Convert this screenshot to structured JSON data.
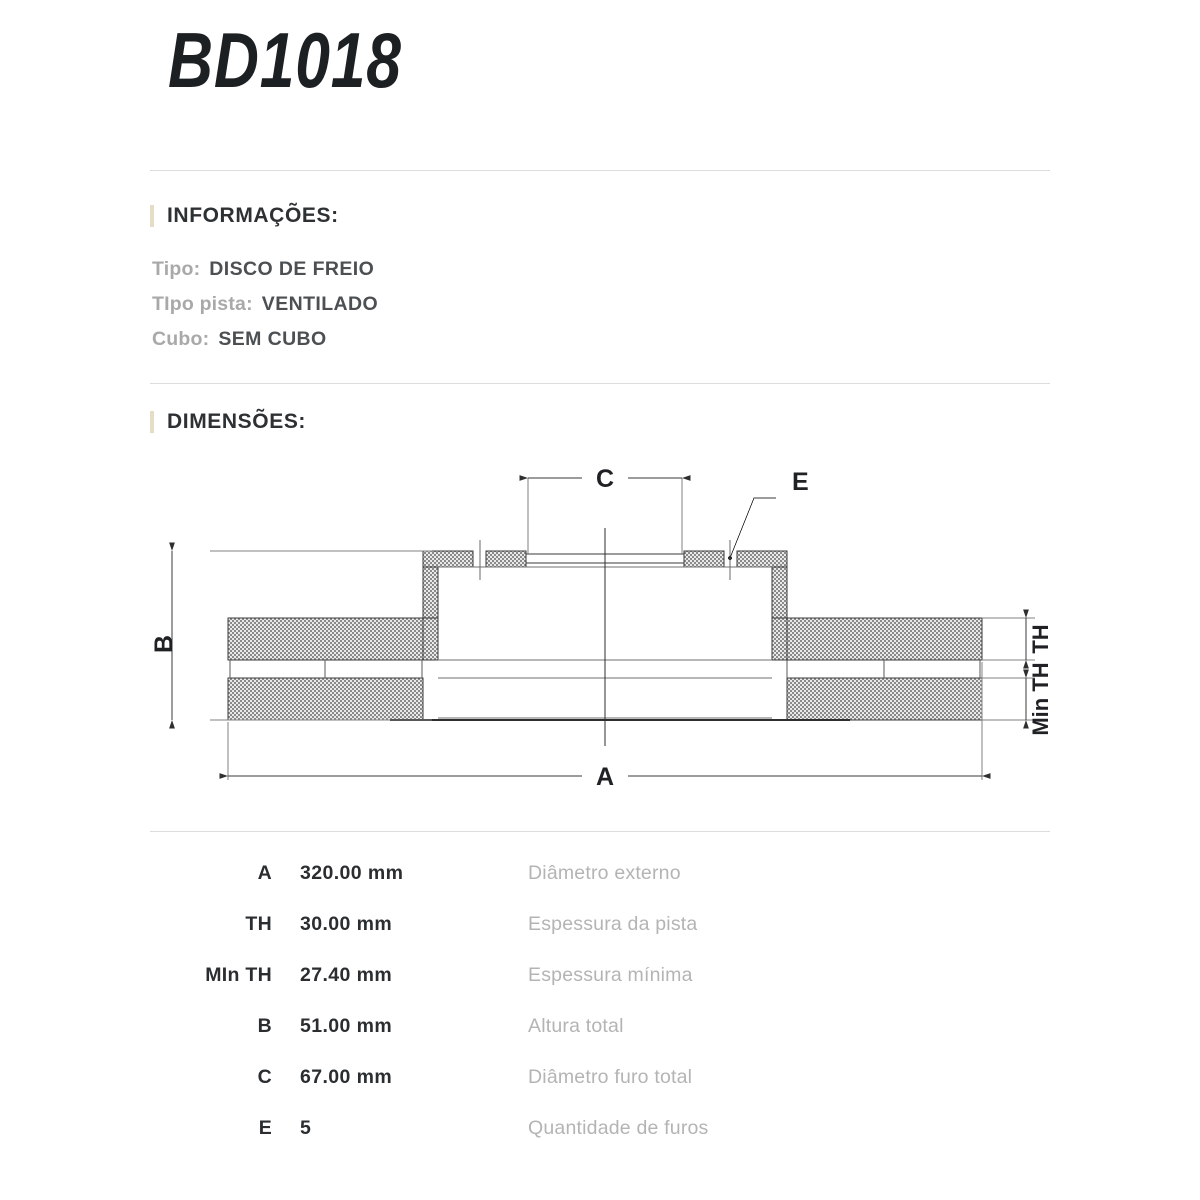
{
  "title": "BD1018",
  "sections": {
    "informacoes": {
      "heading": "INFORMAÇÕES:",
      "rows": [
        {
          "key": "Tipo:",
          "value": "DISCO DE FREIO"
        },
        {
          "key": "TIpo pista:",
          "value": "VENTILADO"
        },
        {
          "key": "Cubo:",
          "value": "SEM CUBO"
        }
      ]
    },
    "dimensoes": {
      "heading": "DIMENSÕES:"
    }
  },
  "drawing": {
    "callouts": {
      "a": "A",
      "b": "B",
      "c": "C",
      "e": "E",
      "th": "TH",
      "min_th": "Min TH"
    }
  },
  "dimension_table": {
    "rows": [
      {
        "symbol": "A",
        "value": "320.00 mm",
        "description": "Diâmetro externo"
      },
      {
        "symbol": "TH",
        "value": "30.00 mm",
        "description": "Espessura da pista"
      },
      {
        "symbol": "MIn TH",
        "value": "27.40 mm",
        "description": "Espessura mínima"
      },
      {
        "symbol": "B",
        "value": "51.00 mm",
        "description": "Altura total"
      },
      {
        "symbol": "C",
        "value": "67.00 mm",
        "description": "Diâmetro furo total"
      },
      {
        "symbol": "E",
        "value": "5",
        "description": "Quantidade de furos"
      }
    ]
  },
  "colors": {
    "accent": "#e6ddc6",
    "divider": "#dddddd",
    "text_dark": "#2b2e31",
    "text_muted": "#a9a9a9",
    "text_light": "#b4b4b4",
    "line": "#3a3a3a",
    "hatch": "#8d8d8d"
  }
}
